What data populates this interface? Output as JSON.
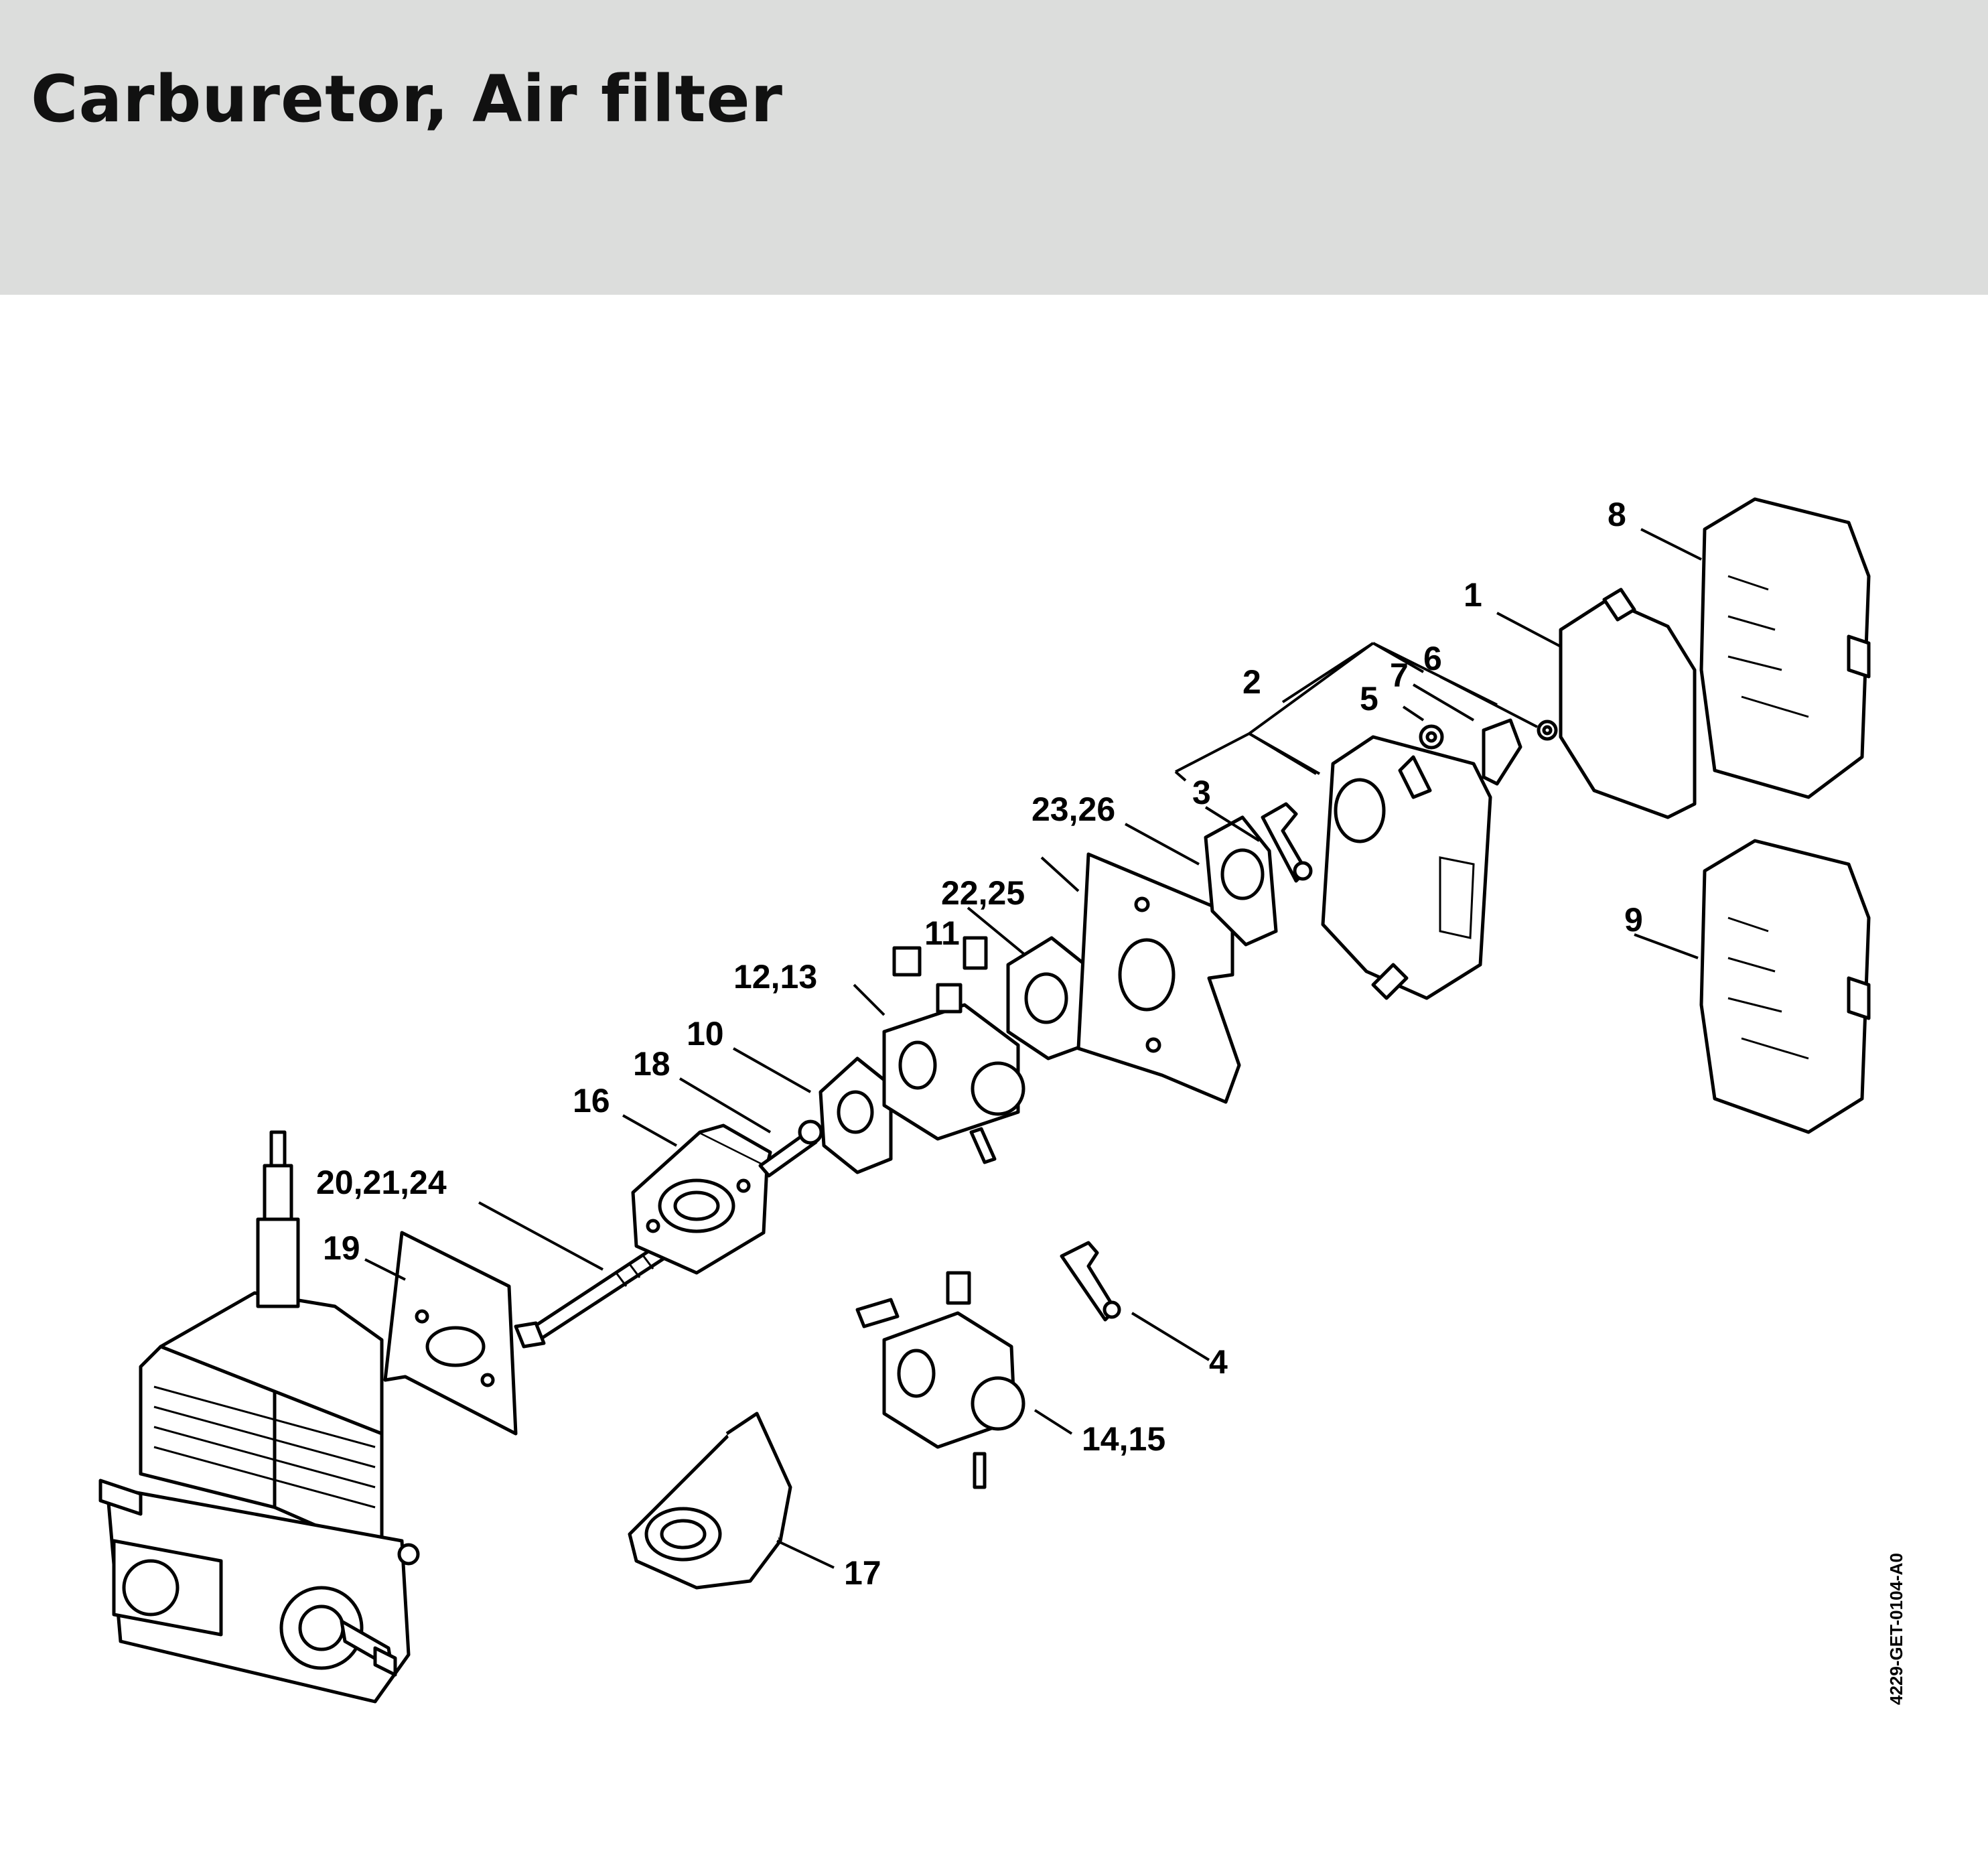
{
  "page": {
    "title": "Carburetor, Air filter"
  },
  "diagram": {
    "drawing_code": "4229-GET-0104-A0",
    "callouts": [
      "1",
      "2",
      "3",
      "4",
      "5",
      "6",
      "7",
      "8",
      "9",
      "10",
      "11",
      "12,13",
      "14,15",
      "16",
      "17",
      "18",
      "19",
      "20,21,24",
      "22,25",
      "23,26"
    ]
  }
}
